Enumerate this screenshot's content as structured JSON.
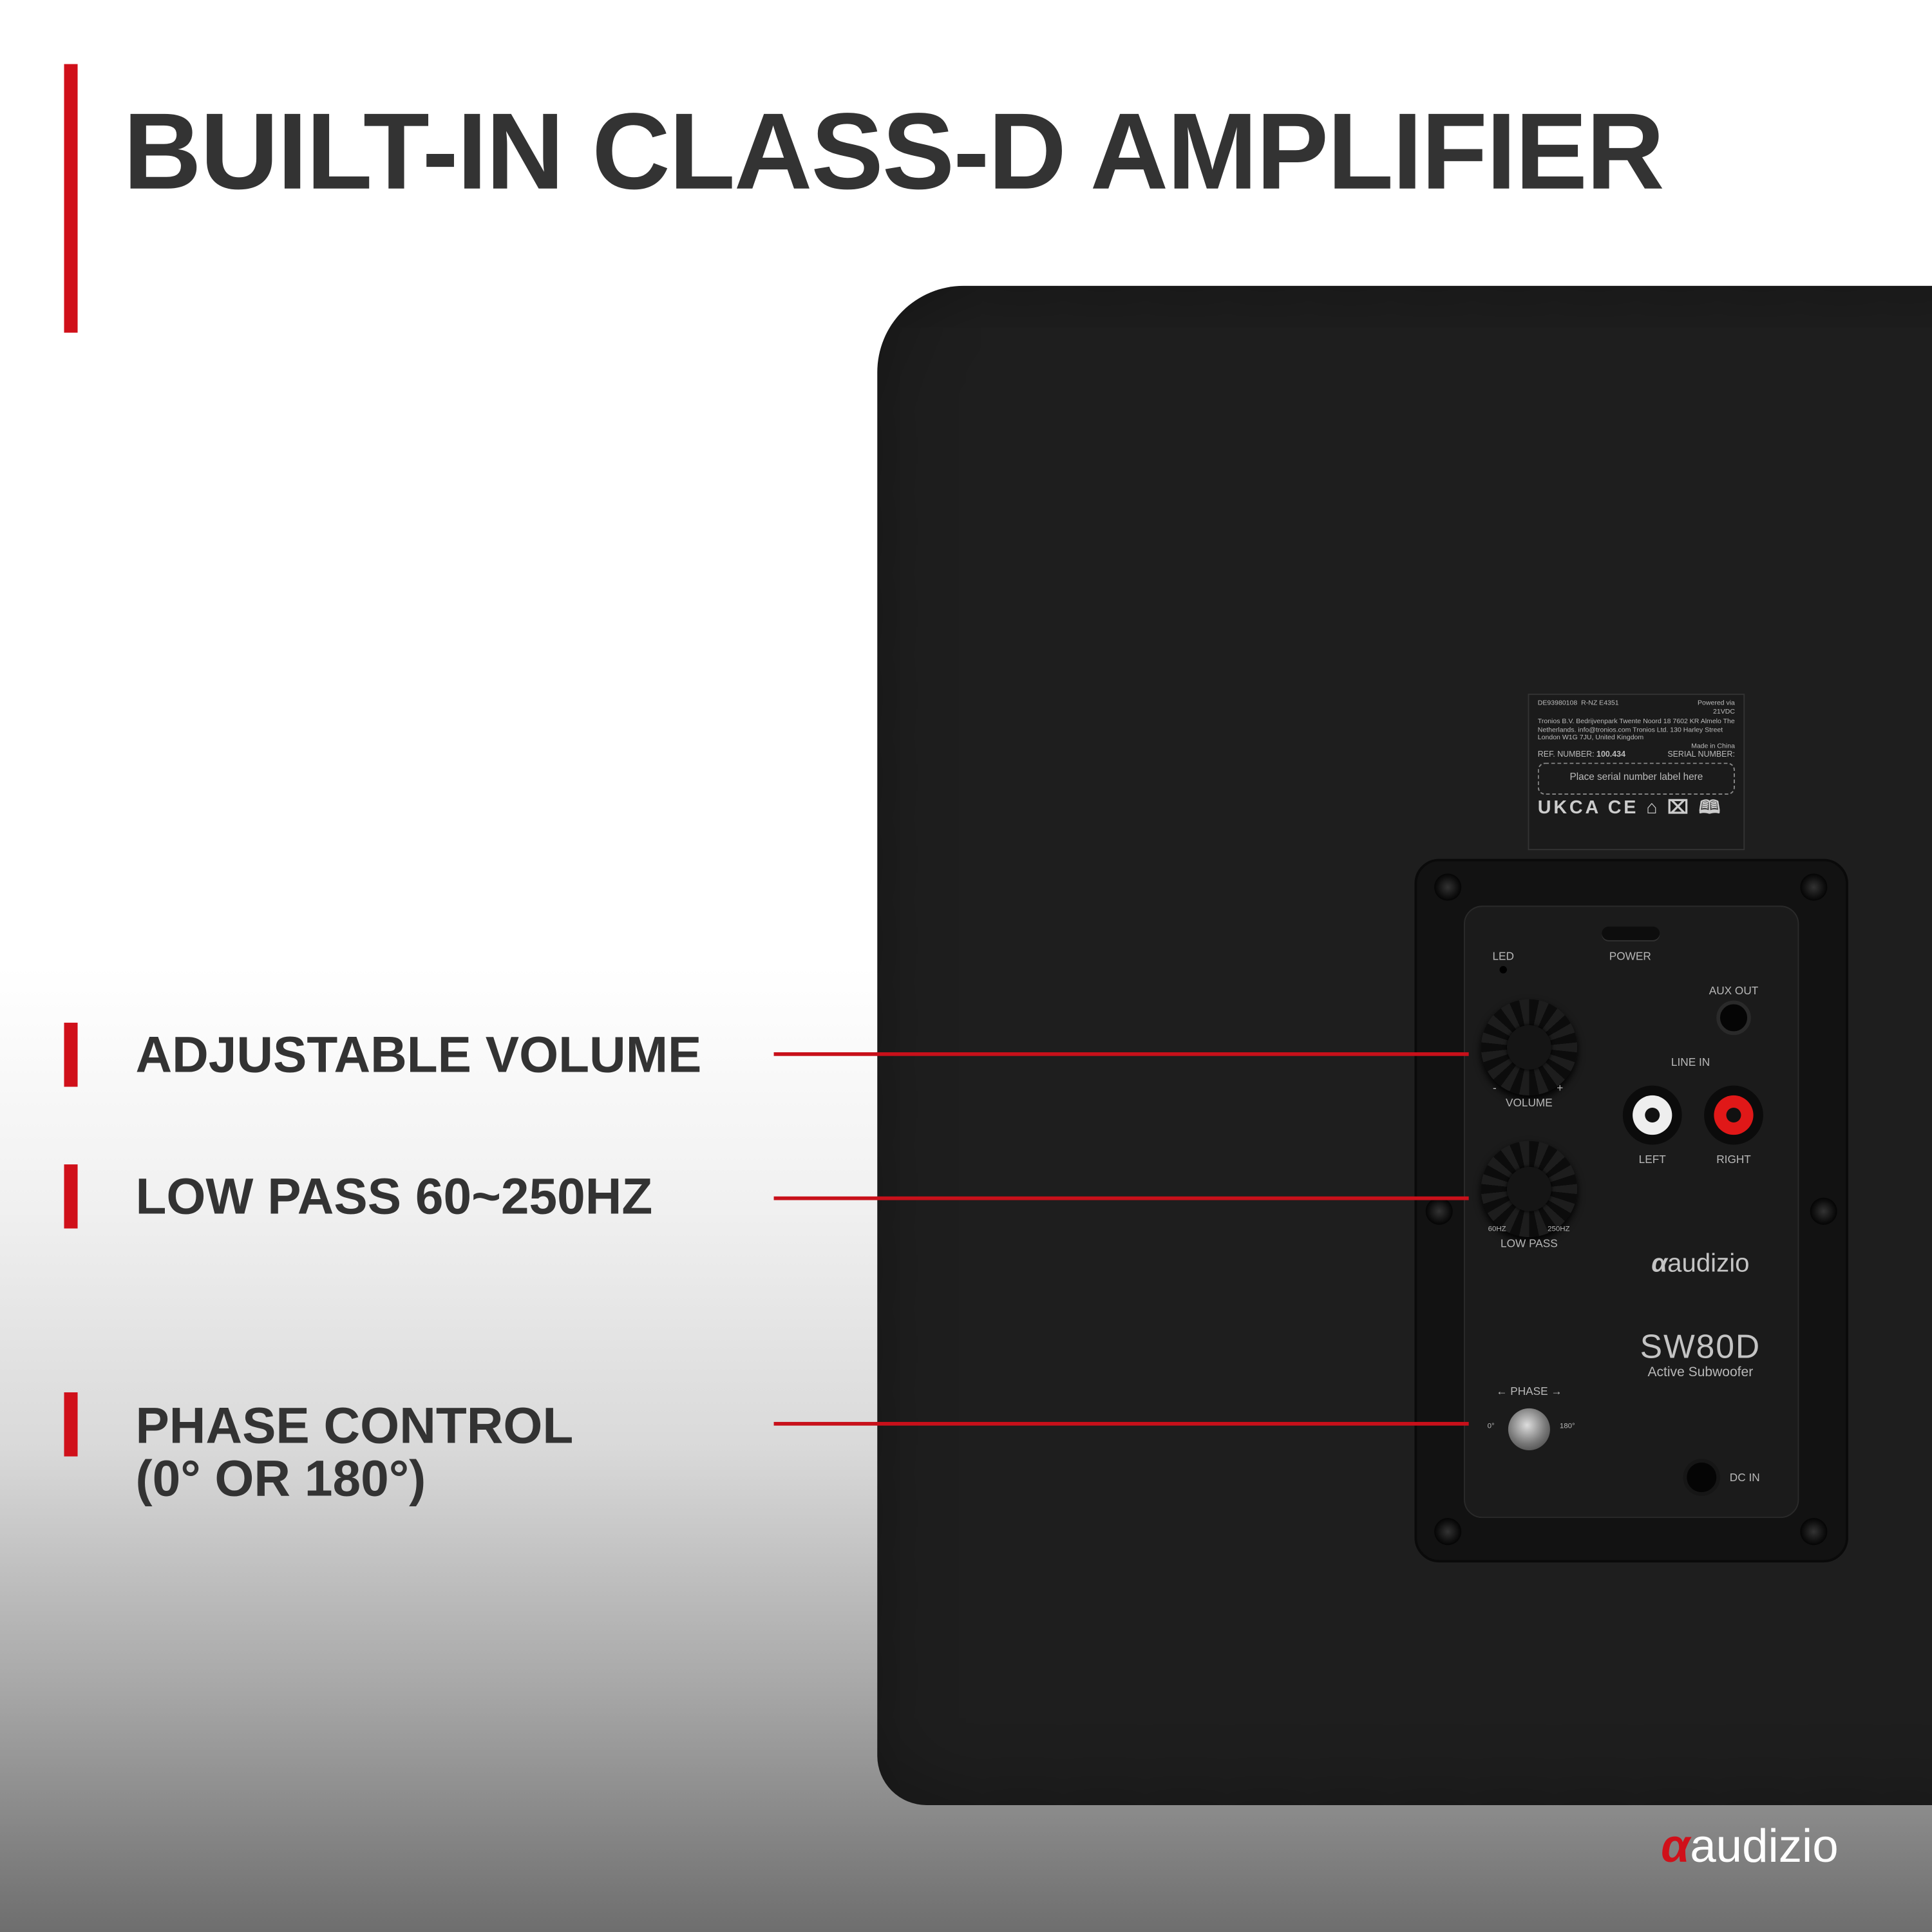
{
  "title": "BUILT-IN CLASS-D AMPLIFIER",
  "features": [
    "ADJUSTABLE VOLUME",
    "LOW PASS 60~250HZ",
    "PHASE CONTROL",
    "(0° OR 180°)"
  ],
  "accent_color": "#d0101a",
  "label": {
    "cert": "DE93980108",
    "rnz": "R-NZ E4351",
    "power": "Powered via 21VDC",
    "address": "Tronios B.V. Bedrijvenpark Twente Noord 18 7602 KR Almelo The Netherlands. info@tronios.com Tronios Ltd. 130 Harley Street London W1G 7JU, United Kingdom",
    "made": "Made in China",
    "ref_label": "REF. NUMBER:",
    "ref": "100.434",
    "serial_label": "SERIAL NUMBER:",
    "placeholder": "Place serial number label here",
    "marks": "UKCA CE ⌂ ⌧ 🕮"
  },
  "panel": {
    "led": "LED",
    "power": "POWER",
    "aux_out": "AUX OUT",
    "line_in": "LINE IN",
    "left": "LEFT",
    "right": "RIGHT",
    "volume": "VOLUME",
    "minus": "-",
    "plus": "+",
    "low_pass": "LOW PASS",
    "lp_min": "60HZ",
    "lp_max": "250HZ",
    "brand": "audizio",
    "model": "SW80D",
    "model_sub": "Active Subwoofer",
    "phase": "← PHASE →",
    "phase_0": "0°",
    "phase_180": "180°",
    "dc_in": "DC IN"
  },
  "brand_logo": "audizio"
}
